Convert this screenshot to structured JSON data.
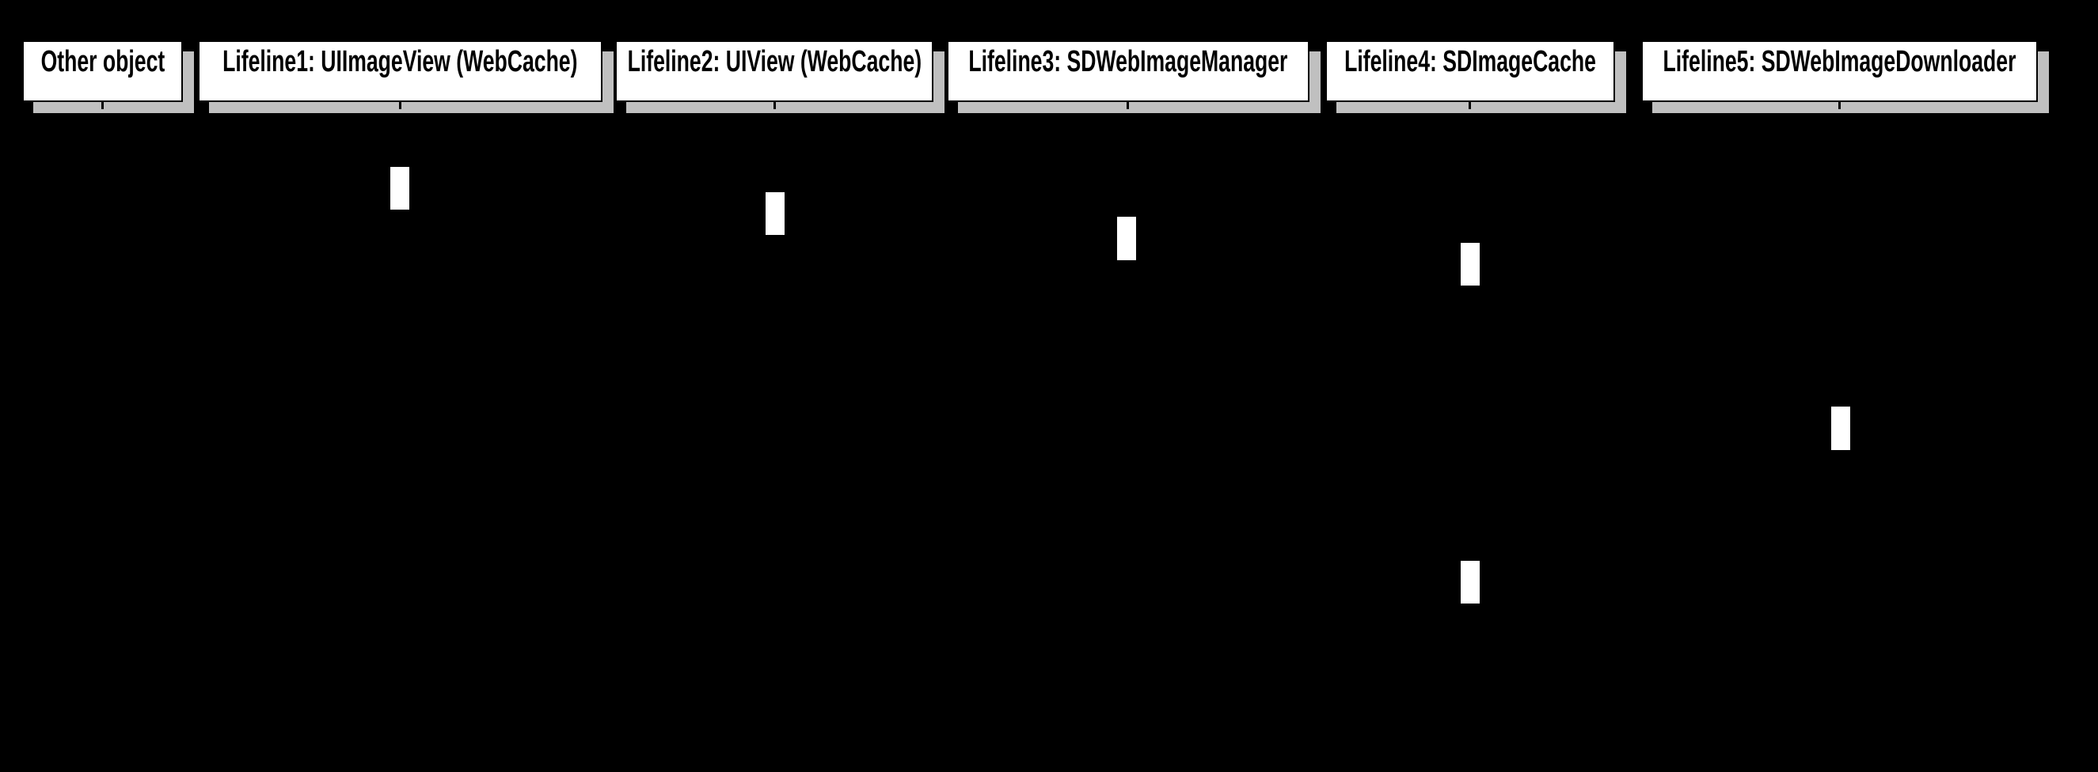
{
  "diagram": {
    "type": "uml-sequence-diagram",
    "colors": {
      "background": "#000000",
      "box_fill": "#ffffff",
      "box_border": "#000000",
      "box_shadow": "#c0c0c0",
      "activation_fill": "#ffffff",
      "label_text": "#000000"
    },
    "lifelines": [
      {
        "label": "Other object"
      },
      {
        "label": "Lifeline1: UIImageView (WebCache)"
      },
      {
        "label": "Lifeline2: UIView (WebCache)"
      },
      {
        "label": "Lifeline3: SDWebImageManager"
      },
      {
        "label": "Lifeline4: SDImageCache"
      },
      {
        "label": "Lifeline5: SDWebImageDownloader"
      }
    ],
    "activations": [
      {
        "lifeline": "Lifeline1: UIImageView (WebCache)"
      },
      {
        "lifeline": "Lifeline2: UIView (WebCache)"
      },
      {
        "lifeline": "Lifeline3: SDWebImageManager"
      },
      {
        "lifeline": "Lifeline4: SDImageCache"
      },
      {
        "lifeline": "Lifeline5: SDWebImageDownloader"
      },
      {
        "lifeline": "Lifeline4: SDImageCache"
      }
    ]
  }
}
